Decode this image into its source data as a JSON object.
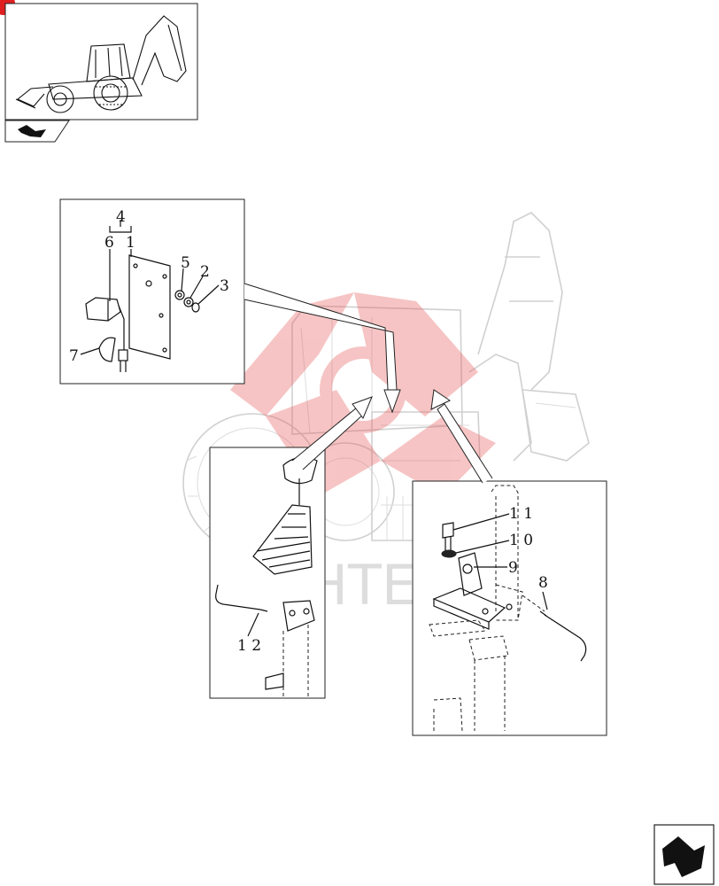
{
  "watermark": {
    "text": "ИНТЕХ",
    "color": "#e85a5a"
  },
  "thumbnail": {
    "icon": "backhoe-loader-icon"
  },
  "nav": {
    "top_icon": "tab-arrow-icon",
    "bottom_icon": "next-page-arrow-icon"
  },
  "callouts": {
    "c4": "4",
    "c6": "6",
    "c1": "1",
    "c5": "5",
    "c2": "2",
    "c3": "3",
    "c7": "7",
    "c11": "1 1",
    "c10": "1 0",
    "c9": "9",
    "c8": "8",
    "c12": "1 2"
  }
}
